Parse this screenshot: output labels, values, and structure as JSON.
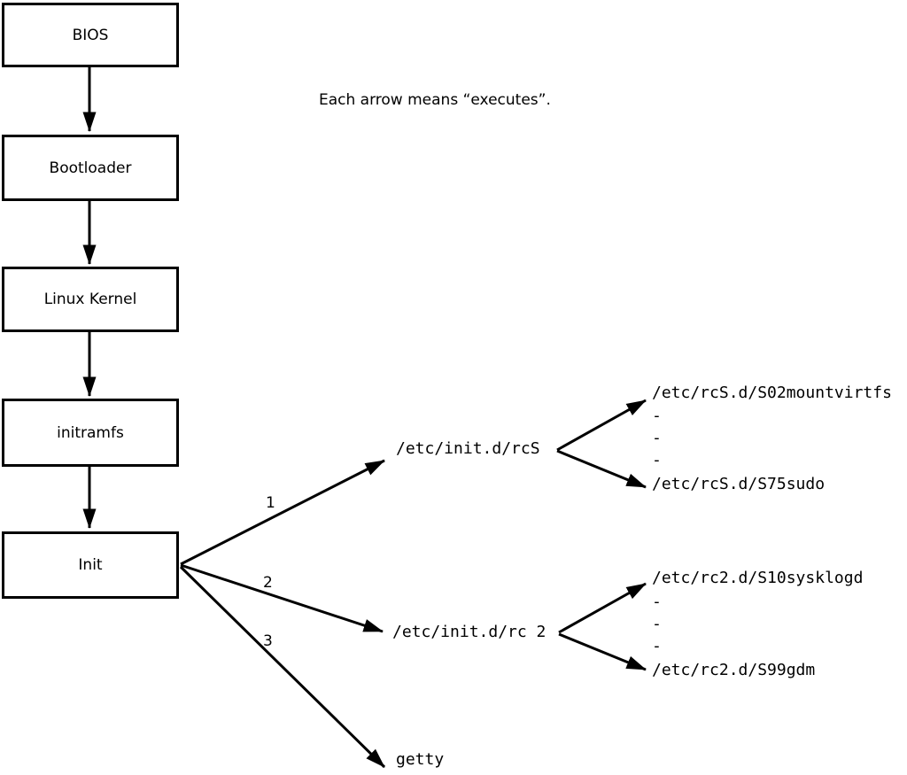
{
  "diagram": {
    "caption": "Each arrow means “executes”.",
    "flow_boxes": [
      {
        "label": "BIOS"
      },
      {
        "label": "Bootloader"
      },
      {
        "label": "Linux Kernel"
      },
      {
        "label": "initramfs"
      },
      {
        "label": "Init"
      }
    ],
    "branches": [
      {
        "number": "1",
        "target": "/etc/init.d/rcS",
        "children": [
          "/etc/rcS.d/S02mountvirtfs",
          "-",
          "-",
          "-",
          "/etc/rcS.d/S75sudo"
        ]
      },
      {
        "number": "2",
        "target": "/etc/init.d/rc 2",
        "children": [
          "/etc/rc2.d/S10sysklogd",
          "-",
          "-",
          "-",
          "/etc/rc2.d/S99gdm"
        ]
      },
      {
        "number": "3",
        "target": "getty",
        "children": []
      }
    ],
    "colors": {
      "line": "#000000",
      "text": "#000000",
      "box_fill": "#ffffff",
      "background": "#ffffff"
    }
  }
}
